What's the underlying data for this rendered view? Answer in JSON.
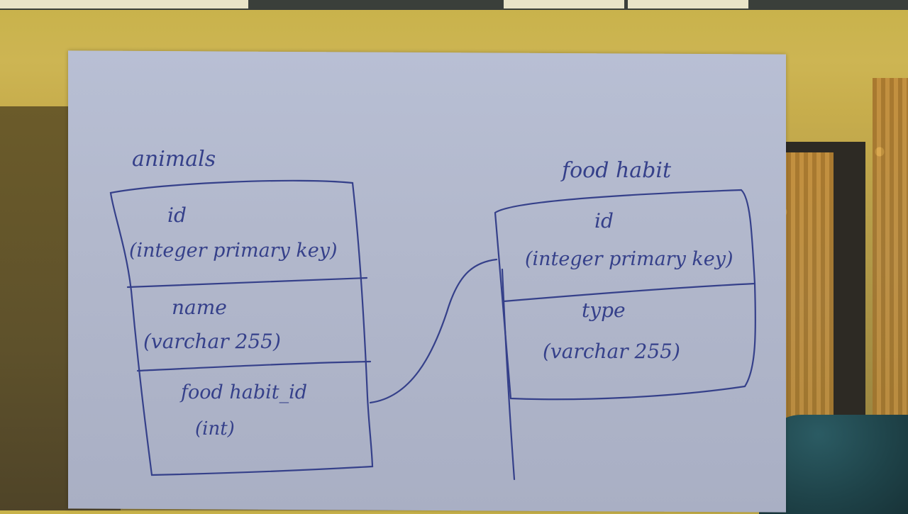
{
  "diagram": {
    "tables": [
      {
        "name": "animals",
        "fields": [
          {
            "name": "id",
            "type": "(integer primary key)"
          },
          {
            "name": "name",
            "type": "(varchar 255)"
          },
          {
            "name": "food habit_id",
            "type": "(int)"
          }
        ]
      },
      {
        "name": "food habit",
        "fields": [
          {
            "name": "id",
            "type": "(integer primary key)"
          },
          {
            "name": "type",
            "type": "(varchar 255)"
          }
        ]
      }
    ],
    "ink_color": "#35408a",
    "paper_color": "#b4bbcf"
  }
}
